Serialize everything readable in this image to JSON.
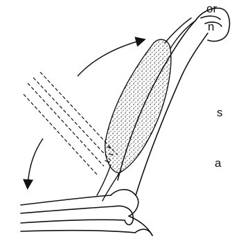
{
  "text_fragments": [
    {
      "id": "or",
      "text": "or"
    },
    {
      "id": "n",
      "text": "n"
    },
    {
      "id": "s",
      "text": "s"
    },
    {
      "id": "a",
      "text": "a"
    }
  ],
  "colors": {
    "ink": "#111111",
    "background": "#ffffff"
  }
}
